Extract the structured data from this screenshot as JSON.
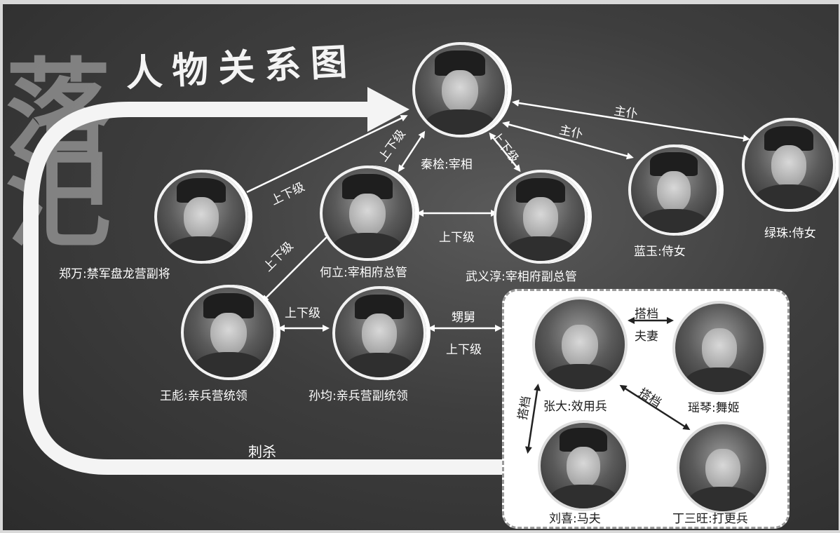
{
  "title": "人物关系图",
  "calligraphy": "落汜",
  "characters": {
    "qinhui": "秦桧:宰相",
    "zhengwan": "郑万:禁军盘龙营副将",
    "heli": "何立:宰相府总管",
    "wuyichun": "武义淳:宰相府副总管",
    "lanyu": "蓝玉:侍女",
    "lvzhu": "绿珠:侍女",
    "wangbiao": "王彪:亲兵营统领",
    "sunjun": "孙均:亲兵营副统领",
    "zhangda": "张大:效用兵",
    "yaoqin": "瑶琴:舞姬",
    "liuxi": "刘喜:马夫",
    "dingsanwang": "丁三旺:打更兵"
  },
  "relations": {
    "zhupu_1": "主仆",
    "zhupu_2": "主仆",
    "shangxiaji_zw_qh": "上下级",
    "shangxiaji_hl_qh": "上下级",
    "shangxiaji_wyc_qh": "上下级",
    "shangxiaji_hl_wyc": "上下级",
    "shangxiaji_wb_hl": "上下级",
    "shangxiaji_wb_sj": "上下级",
    "shengjiu": "甥舅",
    "shangxiaji_sj_zd": "上下级",
    "dadang_zd_yq": "搭档",
    "fuqi": "夫妻",
    "dadang_zd_dsw": "搭档",
    "dadang_zd_lx": "搭档",
    "cisha": "刺杀"
  }
}
